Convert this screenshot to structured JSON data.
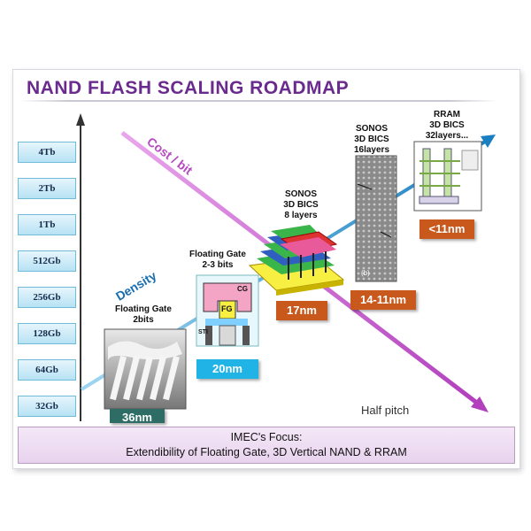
{
  "title": "NAND FLASH SCALING ROADMAP",
  "density_levels": [
    "4Tb",
    "2Tb",
    "1Tb",
    "512Gb",
    "256Gb",
    "128Gb",
    "64Gb",
    "32Gb"
  ],
  "arrows": {
    "cost_label": "Cost / bit",
    "density_label": "Density",
    "half_pitch_label": "Half pitch"
  },
  "nodes": [
    {
      "caption": "Floating Gate\n2bits",
      "pitch": "36nm",
      "color": "#2d6d66"
    },
    {
      "caption": "Floating Gate\n2-3 bits",
      "pitch": "20nm",
      "color": "#1fb3e6"
    },
    {
      "caption": "SONOS\n3D BICS\n8 layers",
      "pitch": "17nm",
      "color": "#c8581c"
    },
    {
      "caption": "SONOS\n3D BICS\n16layers",
      "pitch": "14-11nm",
      "color": "#c8581c"
    },
    {
      "caption": "RRAM\n3D BICS\n32layers...",
      "pitch": "<11nm",
      "color": "#c8581c"
    }
  ],
  "fg_cell": {
    "cg": "CG",
    "fg": "FG",
    "sti": "STI"
  },
  "sonos_image_label": "(b)",
  "footer": {
    "line1": "IMEC's Focus:",
    "line2": "Extendibility of Floating Gate, 3D Vertical NAND & RRAM"
  },
  "colors": {
    "title": "#6a2a8e",
    "cost_arrow": "#c050c8",
    "density_arrow": "#1a7fc0"
  }
}
